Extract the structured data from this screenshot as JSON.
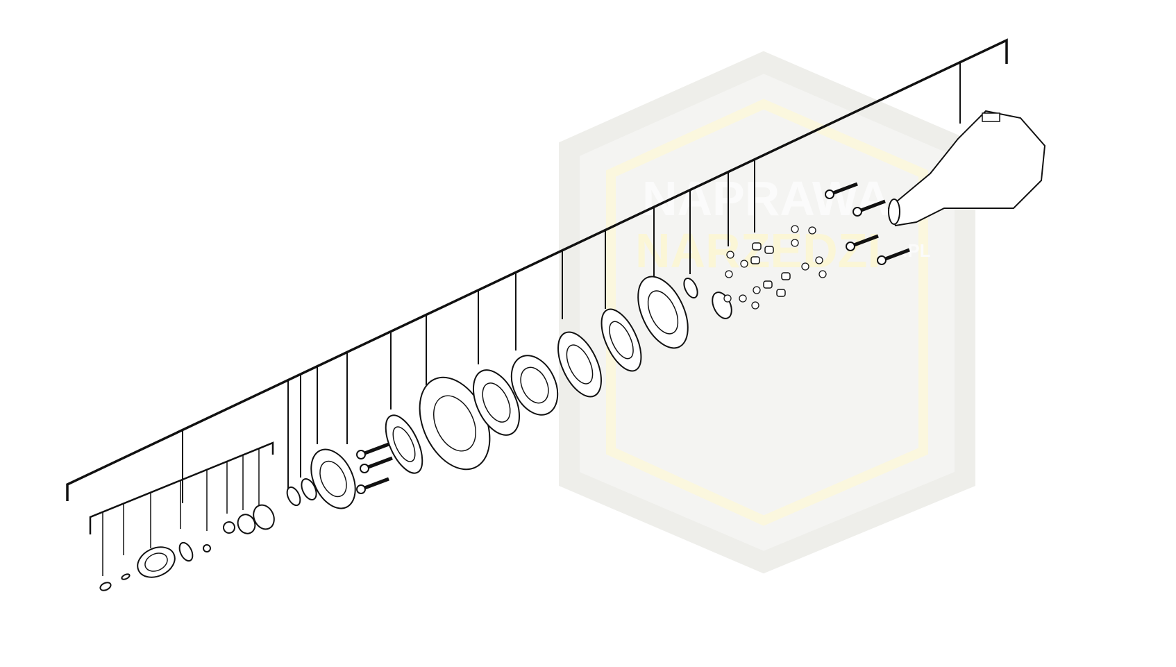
{
  "watermark": {
    "line1": "NAPRAWA",
    "line2": "NARZEDZI",
    "suffix": ".PL"
  },
  "colors": {
    "line": "#111111",
    "watermark_frame": "#f2f2ee",
    "watermark_yellow": "#fbf6d8"
  }
}
